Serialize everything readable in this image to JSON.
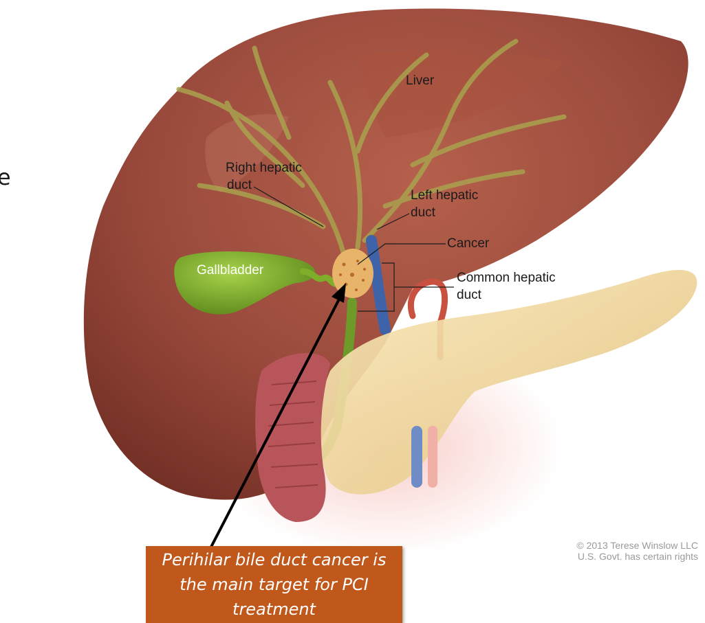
{
  "diagram": {
    "left_fragment": "e",
    "labels": {
      "liver": "Liver",
      "right_hepatic_duct_1": "Right hepatic",
      "right_hepatic_duct_2": "duct",
      "left_hepatic_duct_1": "Left hepatic",
      "left_hepatic_duct_2": "duct",
      "cancer": "Cancer",
      "gallbladder": "Gallbladder",
      "common_hepatic_duct_1": "Common hepatic",
      "common_hepatic_duct_2": "duct"
    },
    "copyright_1": "© 2013 Terese Winslow LLC",
    "copyright_2": "U.S. Govt. has certain rights",
    "callout_text": "Perihilar bile duct cancer is the main target for PCI treatment",
    "colors": {
      "liver": "#9a4a3c",
      "liver_dark": "#6e2c22",
      "gallbladder": "#7fae2a",
      "pancreas": "#f2dca0",
      "duodenum": "#b8555a",
      "vein": "#3f63a8",
      "artery": "#c9513f",
      "callout_bg": "#c0581b"
    }
  }
}
